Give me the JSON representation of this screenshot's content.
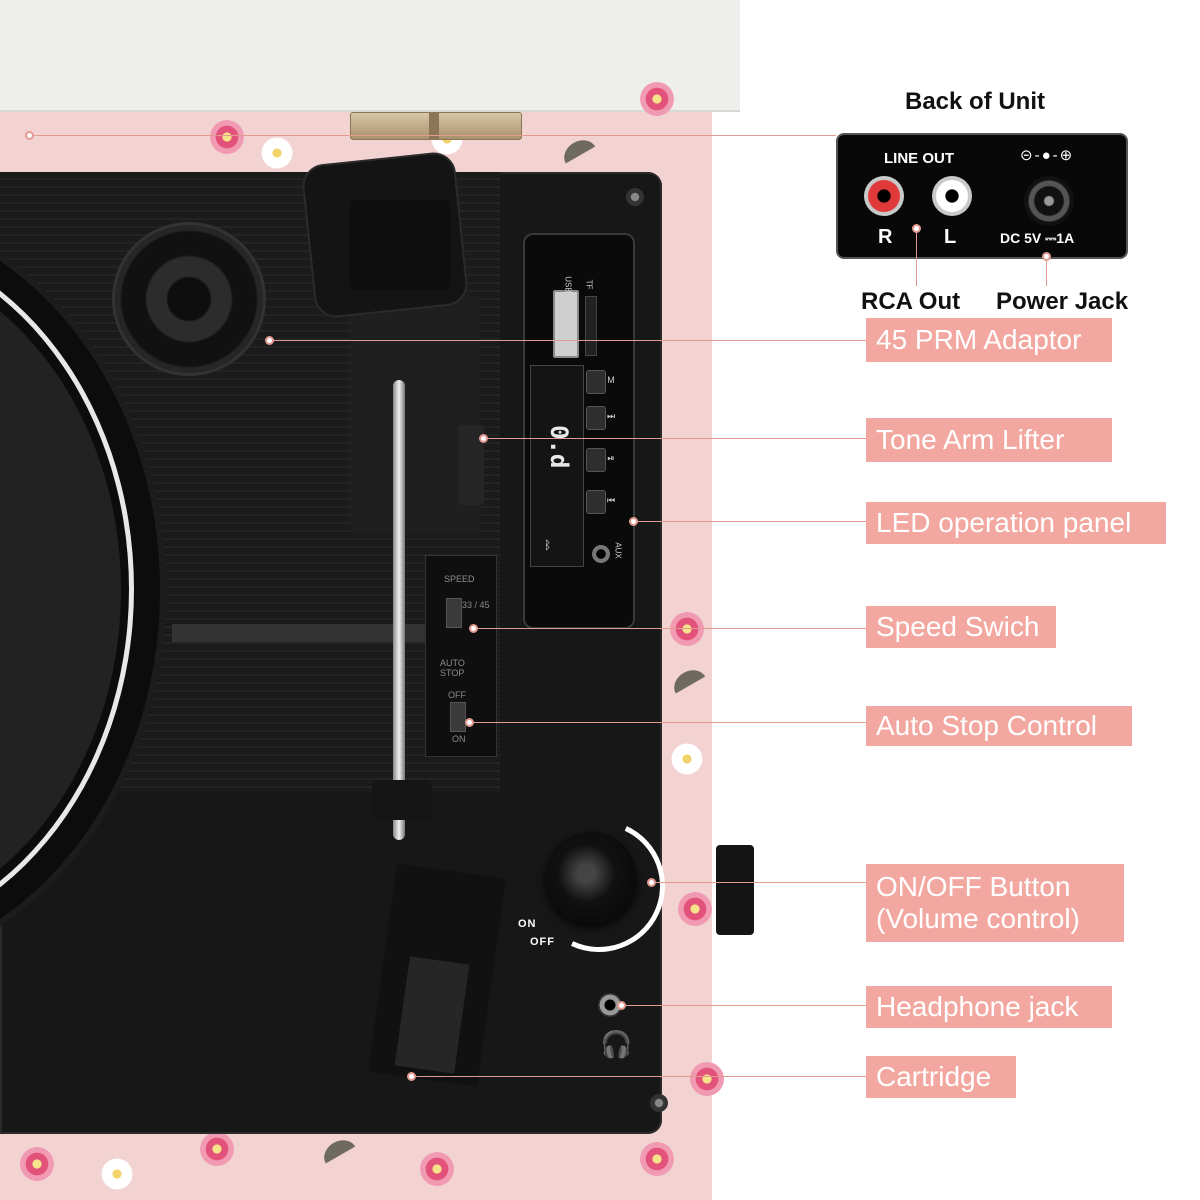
{
  "back_of_unit": {
    "title": "Back of Unit",
    "line_out": "LINE OUT",
    "right": "R",
    "left": "L",
    "polarity": "⊝-●-⊕",
    "dc_label": "DC 5V ⎓1A",
    "rca_out": "RCA Out",
    "power_jack": "Power Jack"
  },
  "device": {
    "usb_label": "USB",
    "tf_label": "TF",
    "lcd_display": "0.d",
    "buttons": [
      "M",
      "⏭",
      "⏯",
      "⏮"
    ],
    "aux_label": "AUX",
    "bluetooth_icon": "ᛒ",
    "speed_label": "SPEED",
    "speed_values": "33 / 45",
    "auto_stop_label": "AUTO STOP",
    "off_label": "OFF",
    "on_label": "ON",
    "knob_on": "ON",
    "knob_off": "OFF",
    "headphone_icon": "🎧"
  },
  "callouts": {
    "adaptor": "45 PRM Adaptor",
    "lifter": "Tone Arm Lifter",
    "led": "LED operation panel",
    "speed": "Speed Swich",
    "autostop": "Auto Stop Control",
    "onoff_1": "ON/OFF Button",
    "onoff_2": "(Volume control)",
    "headphone": "Headphone jack",
    "cartridge": "Cartridge"
  },
  "colors": {
    "callout_bg": "#f2a8a0",
    "callout_line": "#e39a91",
    "case_pink": "#f3d3d2"
  }
}
